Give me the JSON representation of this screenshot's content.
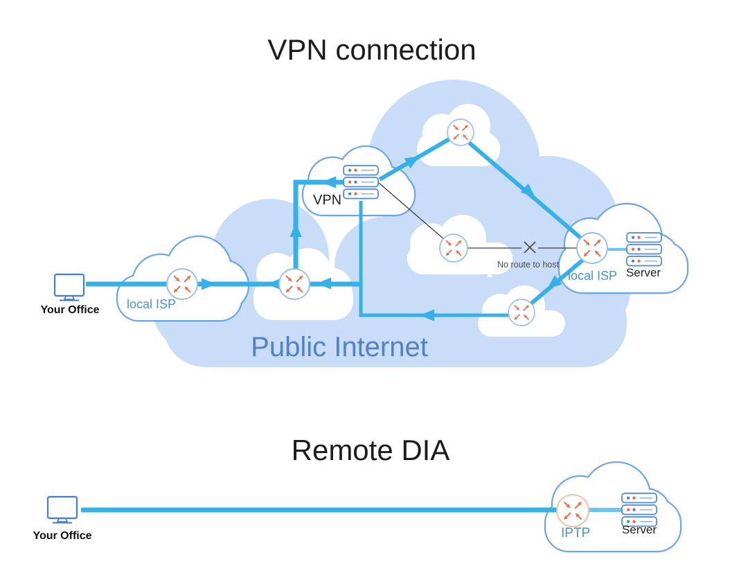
{
  "colors": {
    "line_blue": "#35b1e9",
    "line_blue_light": "#66c7f2",
    "big_cloud": "#c9ddf8",
    "cloud_white": "#ffffff",
    "cloud_outline": "#6aa5ec",
    "router_ring": "#9fc0e6",
    "router_ring_warm": "#f2c3a9",
    "router_arrow": "#e8714b",
    "server_border": "#4a86e0",
    "server_line": "#93b2e6",
    "server_dot_blue": "#4a86e0",
    "server_dot_orange": "#e8714b",
    "monitor_blue": "#3f7cdb",
    "label_blue": "#4a90d9",
    "internet_text": "#5083c6",
    "title_text": "#1c1c1c",
    "gray_text": "#4d4d4d",
    "black_line": "#3a3a3a"
  },
  "icons": {
    "router": "router-icon",
    "server": "server-rack-icon",
    "computer": "monitor-icon",
    "failure": "x-mark-icon"
  },
  "vpn_section": {
    "title": "VPN connection",
    "office_label": "Your Office",
    "local_isp_label": "local ISP",
    "vpn_label": "VPN",
    "public_internet_label": "Public Internet",
    "no_route_label": "No route to host",
    "remote_isp_label": "local ISP",
    "server_label": "Server"
  },
  "dia_section": {
    "title": "Remote DIA",
    "office_label": "Your Office",
    "iptp_label": "IPTP",
    "server_label": "Server"
  }
}
